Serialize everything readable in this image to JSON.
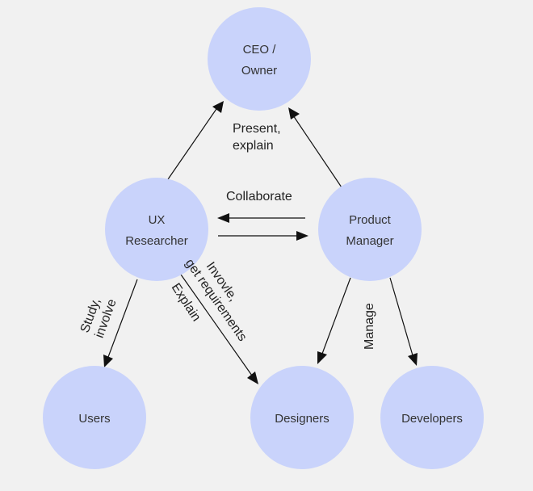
{
  "colors": {
    "background": "#f1f1f1",
    "node_fill": "#c9d3fb",
    "node_text": "#333333",
    "edge": "#111111",
    "edge_label": "#222222"
  },
  "nodes": {
    "ceo": {
      "line1": "CEO /",
      "line2": "Owner"
    },
    "ux": {
      "line1": "UX",
      "line2": "Researcher"
    },
    "pm": {
      "line1": "Product",
      "line2": "Manager"
    },
    "users": {
      "line1": "Users"
    },
    "designers": {
      "line1": "Designers"
    },
    "developers": {
      "line1": "Developers"
    }
  },
  "edges": [
    {
      "from": "ux",
      "to": "ceo"
    },
    {
      "from": "pm",
      "to": "ceo"
    },
    {
      "from": "pm",
      "to": "ux"
    },
    {
      "from": "ux",
      "to": "pm"
    },
    {
      "from": "ux",
      "to": "users"
    },
    {
      "from": "ux",
      "to": "designers"
    },
    {
      "from": "pm",
      "to": "designers"
    },
    {
      "from": "pm",
      "to": "developers"
    }
  ],
  "labels": {
    "present_line1": "Present,",
    "present_line2": "explain",
    "collaborate": "Collaborate",
    "study_line1": "Study,",
    "study_line2": "involve",
    "involve_line1": "Invovle,",
    "involve_line2": "get requirements",
    "explain": "Explain",
    "manage": "Manage"
  }
}
